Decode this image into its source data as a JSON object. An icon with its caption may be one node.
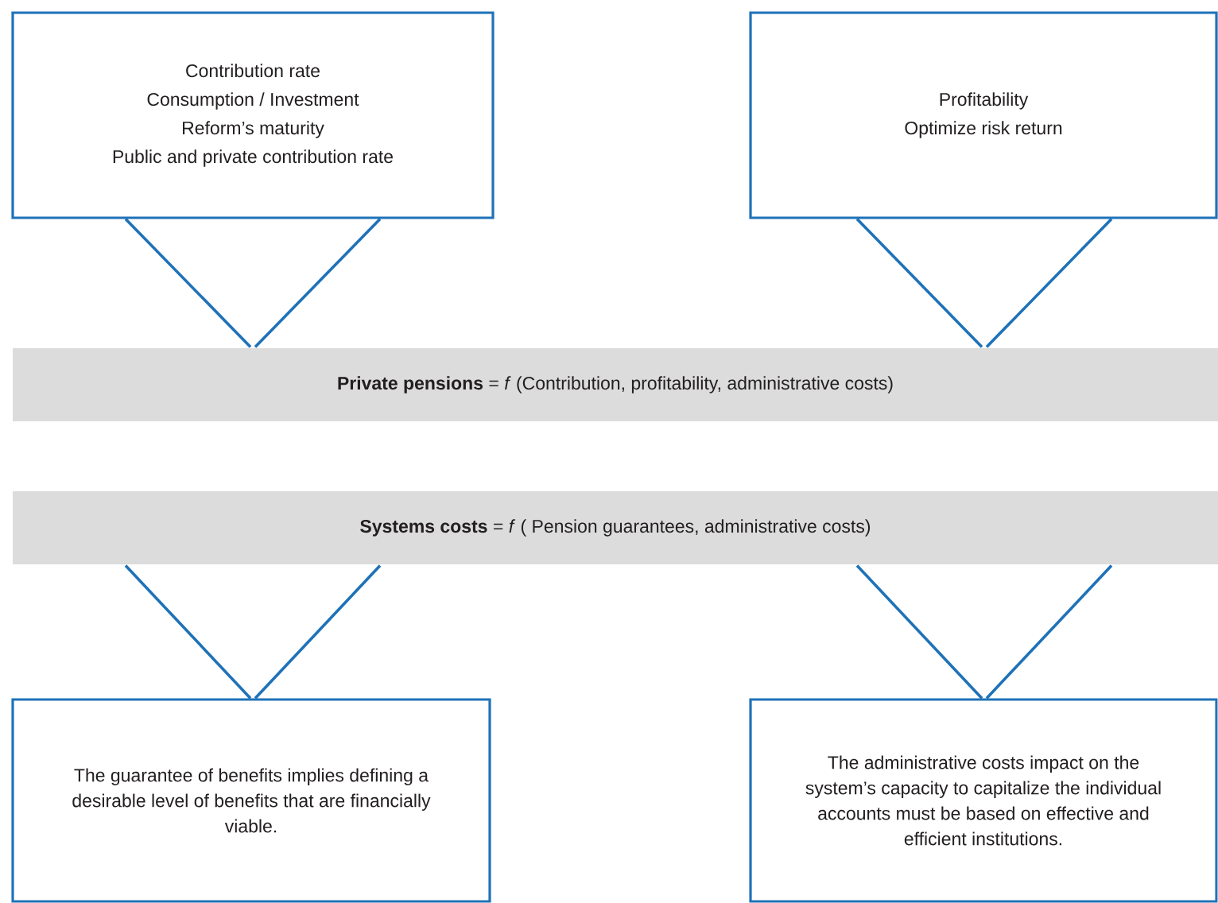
{
  "diagram": {
    "nodes": [
      {
        "text": [
          "Contribution rate",
          "Consumption / Investment",
          "Reform’s maturity",
          "Public and private contribution rate"
        ]
      },
      {
        "text": [
          "Profitability",
          "Optimize risk return"
        ]
      },
      {
        "text": [
          "**Private pensions** = *f* (Contribution, profitability, administrative costs)"
        ]
      },
      {
        "text": [
          "**Systems costs** = *f* ( Pension guarantees, administrative costs)"
        ]
      },
      {
        "text": [
          "The guarantee of benefits implies defining a desirable level of benefits that are financially viable."
        ]
      },
      {
        "text": [
          "The administrative costs impact on the system’s capacity to capitalize the individual accounts must be based on effective and efficient institutions."
        ]
      }
    ],
    "edges": [
      {
        "from": 0,
        "to": 2,
        "arrow": "none"
      },
      {
        "from": 1,
        "to": 2,
        "arrow": "none"
      },
      {
        "from": 3,
        "to": 4,
        "arrow": "none"
      },
      {
        "from": 3,
        "to": 5,
        "arrow": "none"
      }
    ]
  }
}
